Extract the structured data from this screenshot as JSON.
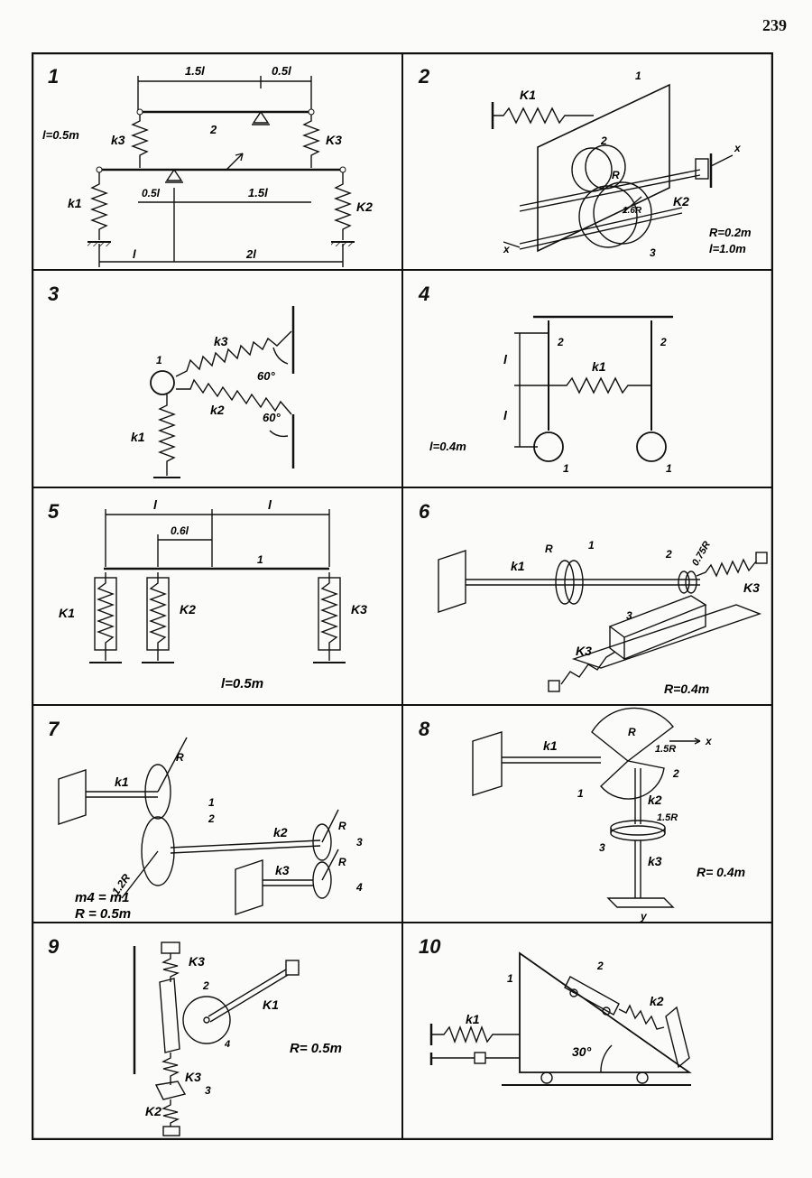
{
  "page_number": "239",
  "panels": [
    {
      "number": "1",
      "labels": {
        "dim_top_left": "1.5l",
        "dim_top_right": "0.5l",
        "given": "l=0.5m",
        "k3_left": "k3",
        "k3_right": "K3",
        "beam_2": "2",
        "dim_mid_left": "0.5l",
        "dim_mid_right": "1.5l",
        "k1": "k1",
        "k2": "K2",
        "dim_bot_left": "l",
        "dim_bot_right": "2l"
      }
    },
    {
      "number": "2",
      "labels": {
        "k1": "K1",
        "plate": "1",
        "disk2": "2",
        "radius": "R",
        "k2": "K2",
        "axis_x_top": "x",
        "axis_x_bottom": "x",
        "r_big": "1.6R",
        "disk3": "3",
        "given_r": "R=0.2m",
        "given_l": "l=1.0m"
      }
    },
    {
      "number": "3",
      "labels": {
        "k3": "k3",
        "k2": "k2",
        "k1": "k1",
        "body": "1",
        "angle_top": "60°",
        "angle_bottom": "60°"
      }
    },
    {
      "number": "4",
      "labels": {
        "dim_upper": "l",
        "dim_lower": "l",
        "rod_left": "2",
        "rod_right": "2",
        "k1": "k1",
        "given": "l=0.4m",
        "ball_left": "1",
        "ball_right": "1"
      }
    },
    {
      "number": "5",
      "labels": {
        "dim_left": "l",
        "dim_right": "l",
        "dim_06": "0.6l",
        "beam": "1",
        "k1": "K1",
        "k2": "K2",
        "k3": "K3",
        "given": "l=0.5m"
      }
    },
    {
      "number": "6",
      "labels": {
        "k1": "k1",
        "radius": "R",
        "disk1": "1",
        "disk2": "2",
        "radius_small": "0.75R",
        "k3_right": "K3",
        "block": "3",
        "k3_left": "K3",
        "given": "R=0.4m"
      }
    },
    {
      "number": "7",
      "labels": {
        "k1": "k1",
        "r1": "R",
        "gear1": "1",
        "gear2": "2",
        "k2": "k2",
        "r3": "R",
        "gear3": "3",
        "r4": "R",
        "gear4": "4",
        "r_big": "1.2R",
        "k3": "k3",
        "mass_rel": "m4 = m1",
        "given": "R = 0.5m"
      }
    },
    {
      "number": "8",
      "labels": {
        "k1": "k1",
        "radius": "R",
        "r_big": "1.5R",
        "axis_x": "x",
        "sector1": "1",
        "sector2": "2",
        "k2": "k2",
        "r_disk": "1.5R",
        "disk3": "3",
        "k3": "k3",
        "axis_y": "y",
        "given": "R= 0.4m"
      }
    },
    {
      "number": "9",
      "labels": {
        "k3_top": "K3",
        "slider": "2",
        "k1": "K1",
        "disk": "4",
        "k3_bottom": "K3",
        "block": "3",
        "k2": "K2",
        "given": "R= 0.5m"
      }
    },
    {
      "number": "10",
      "labels": {
        "block": "2",
        "prism": "1",
        "k2": "k2",
        "k1": "k1",
        "angle": "30°"
      }
    }
  ]
}
